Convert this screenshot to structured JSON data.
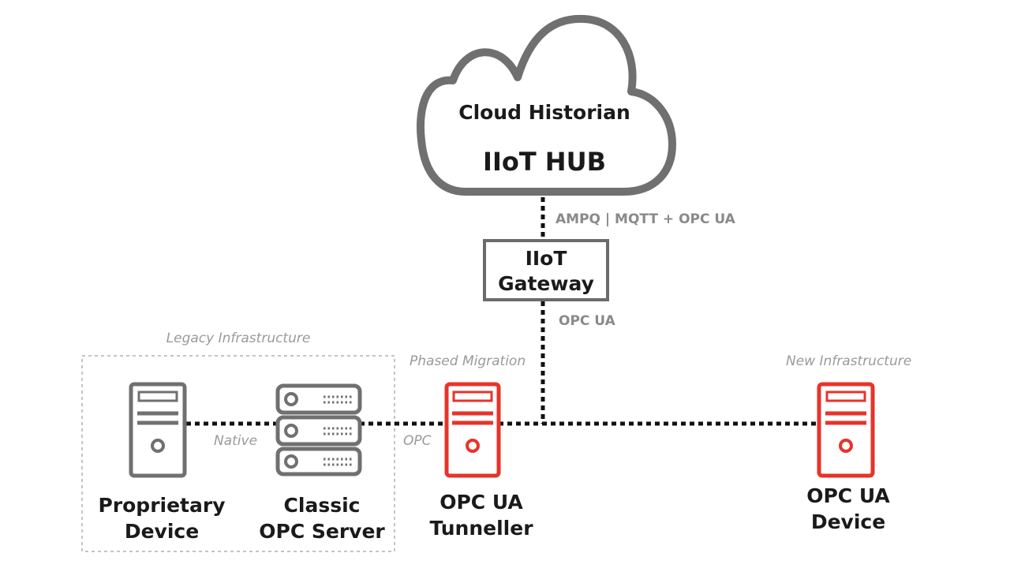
{
  "cloud": {
    "subtitle": "Cloud Historian",
    "title": "IIoT HUB",
    "protocol_label": "AMPQ | MQTT + OPC UA"
  },
  "gateway": {
    "label": "IIoT\nGateway",
    "protocol_label": "OPC UA"
  },
  "zones": {
    "legacy": "Legacy Infrastructure",
    "phased": "Phased Migration",
    "new": "New Infrastructure"
  },
  "connections": {
    "native": "Native",
    "opc": "OPC"
  },
  "devices": {
    "proprietary": "Proprietary\nDevice",
    "classic": "Classic\nOPC Server",
    "tunneller": "OPC UA\nTunneller",
    "ua_device": "OPC UA\nDevice"
  },
  "colors": {
    "legacy": "#707070",
    "modern": "#e8332a",
    "line": "#111111",
    "box": "#6b6b6b",
    "zone_border": "#bfbfbf",
    "muted_text": "#8a8a8a"
  },
  "icons": {
    "cloud": "cloud-icon",
    "legacy_device": "tower-computer-icon",
    "classic_server": "server-stack-icon",
    "tunneller": "tower-computer-icon",
    "ua_device": "tower-computer-icon"
  }
}
